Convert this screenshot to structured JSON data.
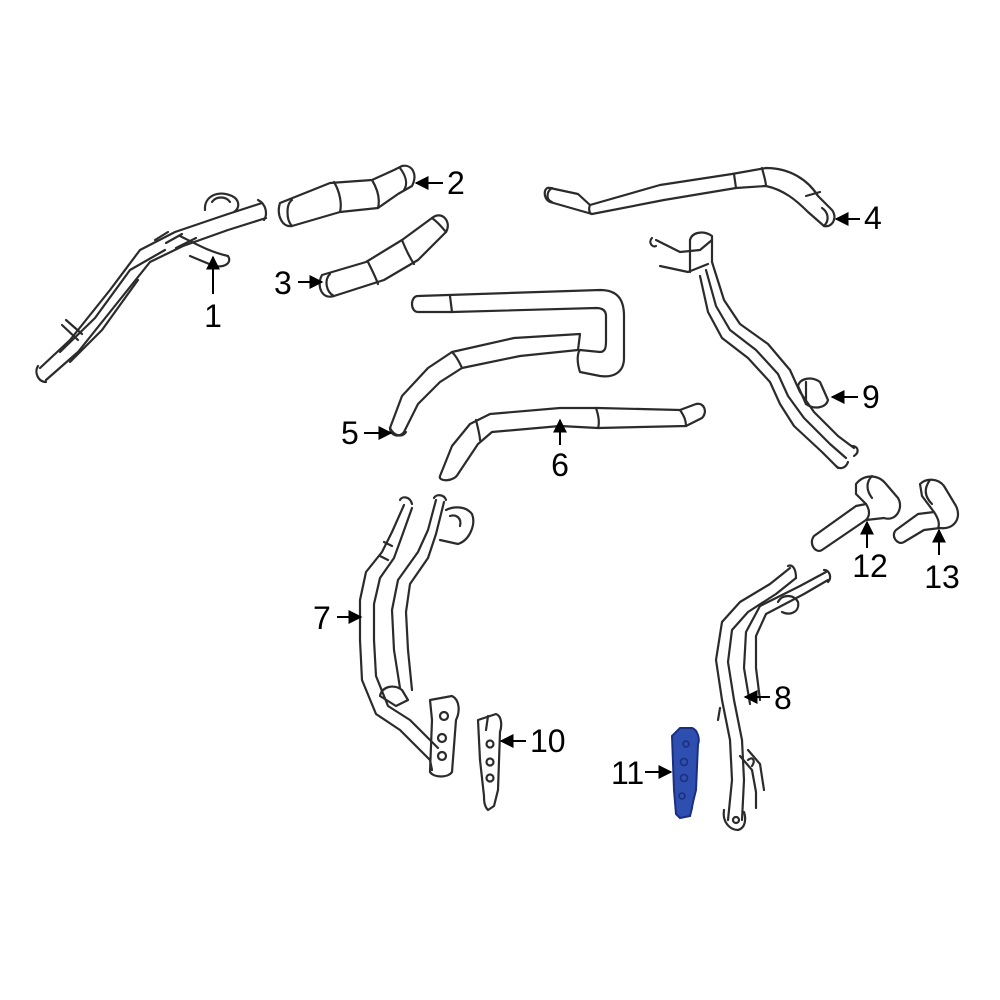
{
  "callouts": [
    {
      "id": "1",
      "label": "1"
    },
    {
      "id": "2",
      "label": "2"
    },
    {
      "id": "3",
      "label": "3"
    },
    {
      "id": "4",
      "label": "4"
    },
    {
      "id": "5",
      "label": "5"
    },
    {
      "id": "6",
      "label": "6"
    },
    {
      "id": "7",
      "label": "7"
    },
    {
      "id": "8",
      "label": "8"
    },
    {
      "id": "9",
      "label": "9"
    },
    {
      "id": "10",
      "label": "10"
    },
    {
      "id": "11",
      "label": "11"
    },
    {
      "id": "12",
      "label": "12"
    },
    {
      "id": "13",
      "label": "13"
    }
  ],
  "highlighted_part": "11",
  "colors": {
    "line": "#2b2b2b",
    "highlight_fill": "#2f4fb0",
    "highlight_stroke": "#1a2f80",
    "background": "#ffffff"
  }
}
